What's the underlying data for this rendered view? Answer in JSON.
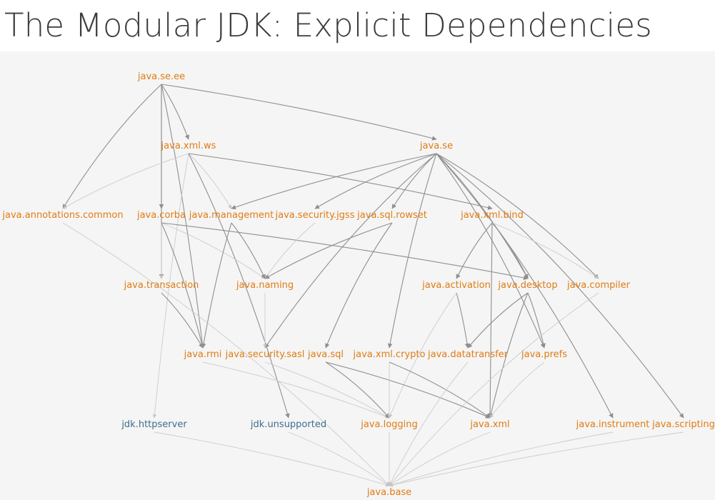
{
  "title": "The Modular JDK: Explicit Dependencies",
  "colors": {
    "java_module": "#e07b12",
    "jdk_module": "#3d6e8f",
    "edge_strong": "#8f8f8f",
    "edge_light": "#cccccc"
  },
  "nodes": [
    {
      "id": "java.se.ee",
      "kind": "java"
    },
    {
      "id": "java.xml.ws",
      "kind": "java"
    },
    {
      "id": "java.se",
      "kind": "java"
    },
    {
      "id": "java.annotations.common",
      "kind": "java"
    },
    {
      "id": "java.corba",
      "kind": "java"
    },
    {
      "id": "java.management",
      "kind": "java"
    },
    {
      "id": "java.security.jgss",
      "kind": "java"
    },
    {
      "id": "java.sql.rowset",
      "kind": "java"
    },
    {
      "id": "java.xml.bind",
      "kind": "java"
    },
    {
      "id": "java.transaction",
      "kind": "java"
    },
    {
      "id": "java.naming",
      "kind": "java"
    },
    {
      "id": "java.activation",
      "kind": "java"
    },
    {
      "id": "java.desktop",
      "kind": "java"
    },
    {
      "id": "java.compiler",
      "kind": "java"
    },
    {
      "id": "java.rmi",
      "kind": "java"
    },
    {
      "id": "java.security.sasl",
      "kind": "java"
    },
    {
      "id": "java.sql",
      "kind": "java"
    },
    {
      "id": "java.xml.crypto",
      "kind": "java"
    },
    {
      "id": "java.datatransfer",
      "kind": "java"
    },
    {
      "id": "java.prefs",
      "kind": "java"
    },
    {
      "id": "jdk.httpserver",
      "kind": "jdk"
    },
    {
      "id": "jdk.unsupported",
      "kind": "jdk"
    },
    {
      "id": "java.logging",
      "kind": "java"
    },
    {
      "id": "java.xml",
      "kind": "java"
    },
    {
      "id": "java.instrument",
      "kind": "java"
    },
    {
      "id": "java.scripting",
      "kind": "java"
    },
    {
      "id": "java.base",
      "kind": "java"
    }
  ],
  "edges": [
    [
      "java.se.ee",
      "java.se",
      "s"
    ],
    [
      "java.se.ee",
      "java.xml.ws",
      "s"
    ],
    [
      "java.se.ee",
      "java.annotations.common",
      "s"
    ],
    [
      "java.se.ee",
      "java.corba",
      "s"
    ],
    [
      "java.se.ee",
      "java.transaction",
      "s"
    ],
    [
      "java.se.ee",
      "java.rmi",
      "s"
    ],
    [
      "java.xml.ws",
      "java.xml.bind",
      "s"
    ],
    [
      "java.xml.ws",
      "java.annotations.common",
      "l"
    ],
    [
      "java.xml.ws",
      "java.management",
      "l"
    ],
    [
      "java.xml.ws",
      "jdk.httpserver",
      "l"
    ],
    [
      "java.xml.ws",
      "jdk.unsupported",
      "s"
    ],
    [
      "java.se",
      "java.management",
      "s"
    ],
    [
      "java.se",
      "java.security.jgss",
      "s"
    ],
    [
      "java.se",
      "java.sql.rowset",
      "s"
    ],
    [
      "java.se",
      "java.security.sasl",
      "s"
    ],
    [
      "java.se",
      "java.xml.crypto",
      "s"
    ],
    [
      "java.se",
      "java.desktop",
      "s"
    ],
    [
      "java.se",
      "java.compiler",
      "s"
    ],
    [
      "java.se",
      "java.prefs",
      "s"
    ],
    [
      "java.se",
      "java.instrument",
      "s"
    ],
    [
      "java.se",
      "java.scripting",
      "s"
    ],
    [
      "java.corba",
      "java.transaction",
      "l"
    ],
    [
      "java.corba",
      "java.rmi",
      "s"
    ],
    [
      "java.corba",
      "java.naming",
      "l"
    ],
    [
      "java.corba",
      "java.desktop",
      "s"
    ],
    [
      "java.management",
      "java.naming",
      "s"
    ],
    [
      "java.management",
      "java.rmi",
      "s"
    ],
    [
      "java.security.jgss",
      "java.naming",
      "l"
    ],
    [
      "java.sql.rowset",
      "java.naming",
      "s"
    ],
    [
      "java.sql.rowset",
      "java.sql",
      "s"
    ],
    [
      "java.xml.bind",
      "java.activation",
      "s"
    ],
    [
      "java.xml.bind",
      "java.desktop",
      "s"
    ],
    [
      "java.xml.bind",
      "java.xml",
      "s"
    ],
    [
      "java.xml.bind",
      "java.compiler",
      "l"
    ],
    [
      "java.transaction",
      "java.rmi",
      "s"
    ],
    [
      "java.naming",
      "java.security.sasl",
      "l"
    ],
    [
      "java.activation",
      "java.datatransfer",
      "s"
    ],
    [
      "java.activation",
      "java.logging",
      "l"
    ],
    [
      "java.desktop",
      "java.datatransfer",
      "s"
    ],
    [
      "java.desktop",
      "java.prefs",
      "s"
    ],
    [
      "java.desktop",
      "java.xml",
      "s"
    ],
    [
      "java.rmi",
      "java.logging",
      "l"
    ],
    [
      "java.security.sasl",
      "java.logging",
      "l"
    ],
    [
      "java.sql",
      "java.logging",
      "s"
    ],
    [
      "java.sql",
      "java.xml",
      "s"
    ],
    [
      "java.xml.crypto",
      "java.logging",
      "l"
    ],
    [
      "java.xml.crypto",
      "java.xml",
      "s"
    ],
    [
      "java.prefs",
      "java.xml",
      "l"
    ],
    [
      "java.annotations.common",
      "java.base",
      "l"
    ],
    [
      "jdk.httpserver",
      "java.base",
      "l"
    ],
    [
      "jdk.unsupported",
      "java.base",
      "l"
    ],
    [
      "java.logging",
      "java.base",
      "l"
    ],
    [
      "java.xml",
      "java.base",
      "l"
    ],
    [
      "java.instrument",
      "java.base",
      "l"
    ],
    [
      "java.scripting",
      "java.base",
      "l"
    ],
    [
      "java.compiler",
      "java.base",
      "l"
    ],
    [
      "java.datatransfer",
      "java.base",
      "l"
    ]
  ]
}
